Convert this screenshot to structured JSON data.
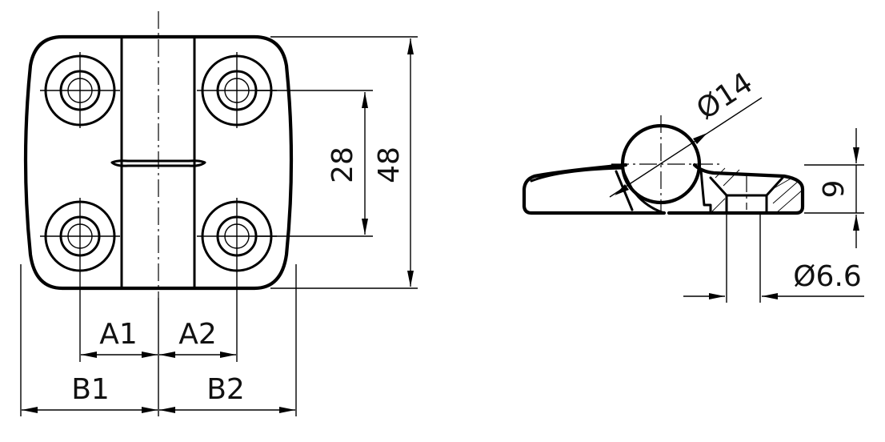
{
  "labels": {
    "height_outer": "48",
    "height_holes": "28",
    "a1": "A1",
    "a2": "A2",
    "b1": "B1",
    "b2": "B2",
    "diameter_knuckle": "Ø14",
    "thickness": "9",
    "diameter_hole": "Ø6.6"
  }
}
